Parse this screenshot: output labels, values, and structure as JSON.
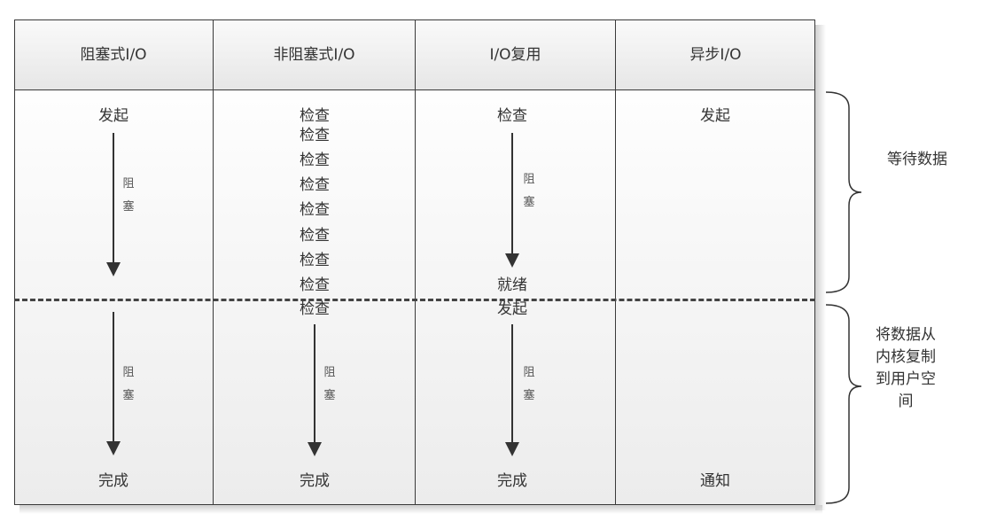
{
  "headers": [
    "阻塞式I/O",
    "非阻塞式I/O",
    "I/O复用",
    "异步I/O"
  ],
  "columns": {
    "blocking": {
      "start": "发起",
      "wait_label": "阻塞",
      "copy_label": "阻塞",
      "end": "完成"
    },
    "nonblocking": {
      "checks": [
        "检查",
        "检查",
        "检查",
        "检查",
        "检查",
        "检查",
        "检查",
        "检查",
        "检查"
      ],
      "copy_label": "阻塞",
      "end": "完成"
    },
    "multiplex": {
      "start": "检查",
      "wait_label": "阻塞",
      "ready": "就绪",
      "copy_start": "发起",
      "copy_label": "阻塞",
      "end": "完成"
    },
    "async": {
      "start": "发起",
      "end": "通知"
    }
  },
  "phases": {
    "wait": "等待数据",
    "copy": "将数据从内核复制到用户空间"
  }
}
